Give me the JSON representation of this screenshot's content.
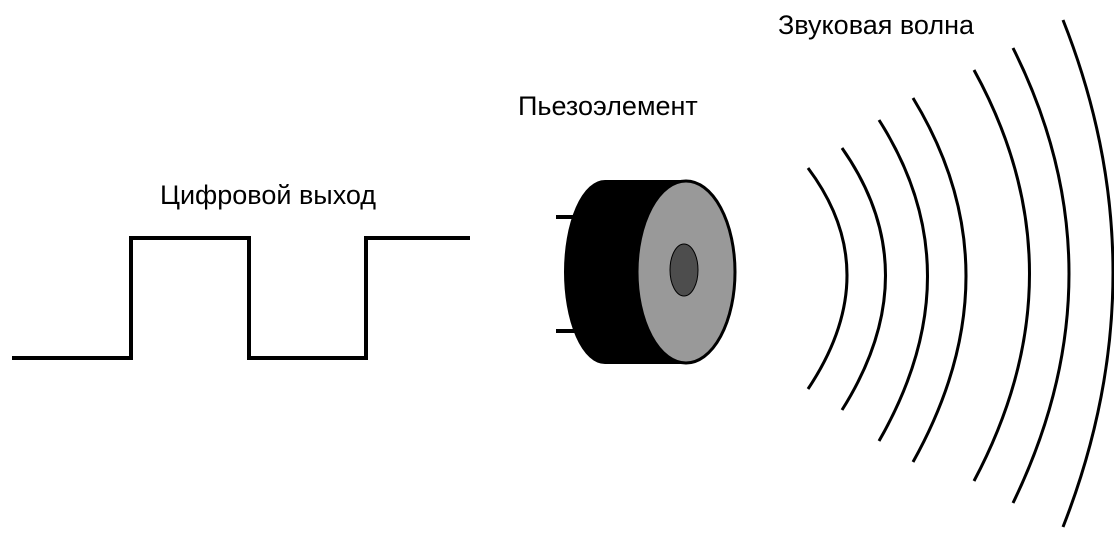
{
  "labels": {
    "digital_output": "Цифровой выход",
    "piezo_element": "Пьезоэлемент",
    "sound_wave": "Звуковая волна"
  },
  "colors": {
    "stroke": "#000000",
    "piezo_body": "#000000",
    "piezo_face": "#999999",
    "piezo_center": "#4d4d4d",
    "background": "#ffffff"
  },
  "square_wave": {
    "levels": [
      "low",
      "high",
      "low",
      "high"
    ]
  },
  "sound_wave": {
    "arc_count": 7
  }
}
